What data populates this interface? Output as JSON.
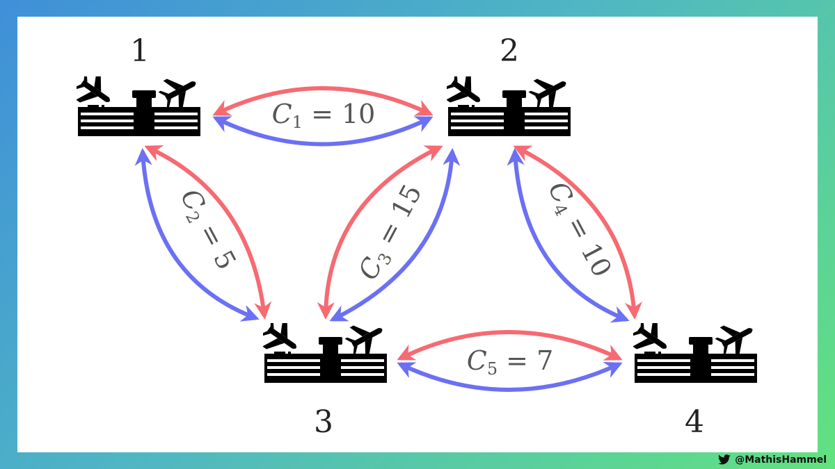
{
  "colors": {
    "forward": "#f66a72",
    "backward": "#6b70f4",
    "icon": "#000000"
  },
  "airports": [
    {
      "id": "1",
      "label": "1"
    },
    {
      "id": "2",
      "label": "2"
    },
    {
      "id": "3",
      "label": "3"
    },
    {
      "id": "4",
      "label": "4"
    }
  ],
  "routes": [
    {
      "from": "1",
      "to": "2",
      "var": "C",
      "sub": "1",
      "rest": " = 10"
    },
    {
      "from": "1",
      "to": "3",
      "var": "C",
      "sub": "2",
      "rest": " = 5"
    },
    {
      "from": "3",
      "to": "2",
      "var": "C",
      "sub": "3",
      "rest": " = 15"
    },
    {
      "from": "2",
      "to": "4",
      "var": "C",
      "sub": "4",
      "rest": " = 10"
    },
    {
      "from": "3",
      "to": "4",
      "var": "C",
      "sub": "5",
      "rest": " = 7"
    }
  ],
  "credit": {
    "icon": "twitter-bird-icon",
    "handle": "@MathisHammel"
  }
}
